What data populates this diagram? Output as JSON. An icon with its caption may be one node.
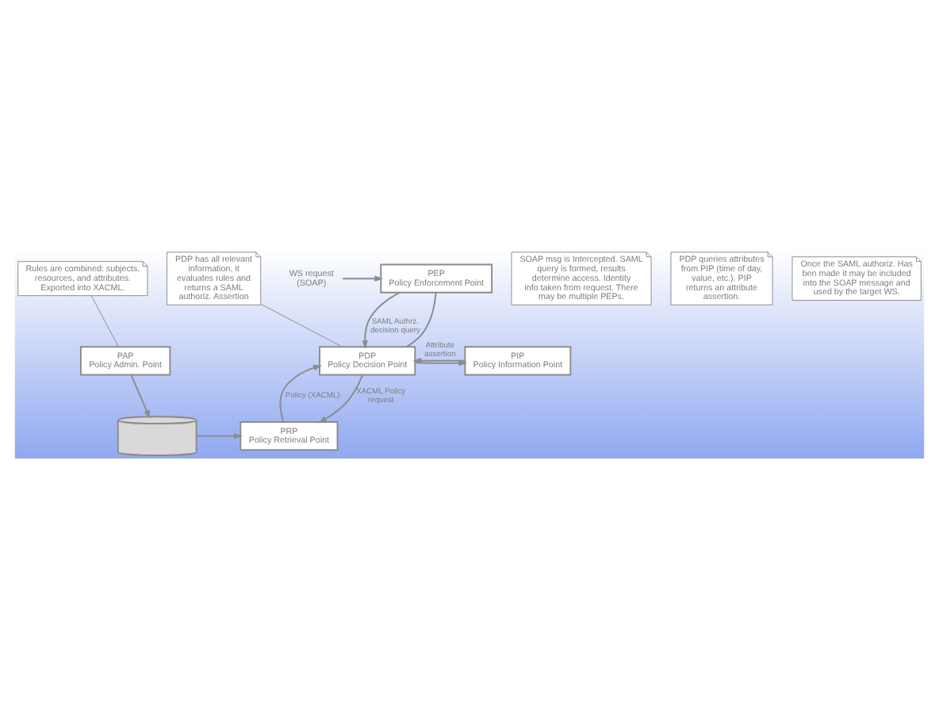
{
  "diagram": {
    "nodes": [
      {
        "text": [
          "PEP",
          "Policy Enforcement Point"
        ]
      },
      {
        "text": [
          "PDP",
          "Policy Decision Point"
        ]
      },
      {
        "text": [
          "PIP",
          "Policy Information Point"
        ]
      },
      {
        "text": [
          "PRP",
          "Policy Retrieval Point"
        ]
      },
      {
        "text": [],
        "shape": "cylinder"
      },
      {
        "text": [
          "PAP",
          "Policy Admin. Point"
        ]
      },
      {
        "text": [
          "WS request (SOAP)"
        ]
      },
      {
        "text": [
          "SOAP msg is Intercepted. SAML query is formed, results determine access. Identity info taken from request. There may be multiple PEPs."
        ]
      },
      {
        "text": [
          "PDP has all relevant information, it evaluates rules and returns a SAML authoriz. Assertion"
        ]
      },
      {
        "text": [
          "PDP queries attributes from PIP (time of day, value, etc.). PIP returns an attribute assertion."
        ]
      },
      {
        "text": [
          "Once the SAML authoriz. Has ben made it may be included into the SOAP message and used by the target WS."
        ]
      },
      {
        "text": [
          "Rules are combined: subjects, resources, and attributes. Exported into XACML."
        ]
      }
    ],
    "edges": [
      {
        "from": 6,
        "to": 0,
        "arrow": "to"
      },
      {
        "from": 0,
        "to": 1,
        "arrow": "to",
        "label": "SAML Authrz. decision query"
      },
      {
        "from": 1,
        "to": 0,
        "arrow": "none"
      },
      {
        "from": 1,
        "to": 2,
        "arrow": "to"
      },
      {
        "from": 2,
        "to": 1,
        "arrow": "to",
        "label": "Attribute assertion"
      },
      {
        "from": 1,
        "to": 3,
        "arrow": "to",
        "label": "XACML Policy request"
      },
      {
        "from": 3,
        "to": 1,
        "arrow": "to",
        "label": "Policy (XACML)"
      },
      {
        "from": 4,
        "to": 3,
        "arrow": "to"
      },
      {
        "from": 5,
        "to": 4,
        "arrow": "to"
      },
      {
        "from": 8,
        "to": 1,
        "arrow": "none"
      },
      {
        "from": 11,
        "to": 5,
        "arrow": "none"
      }
    ]
  }
}
